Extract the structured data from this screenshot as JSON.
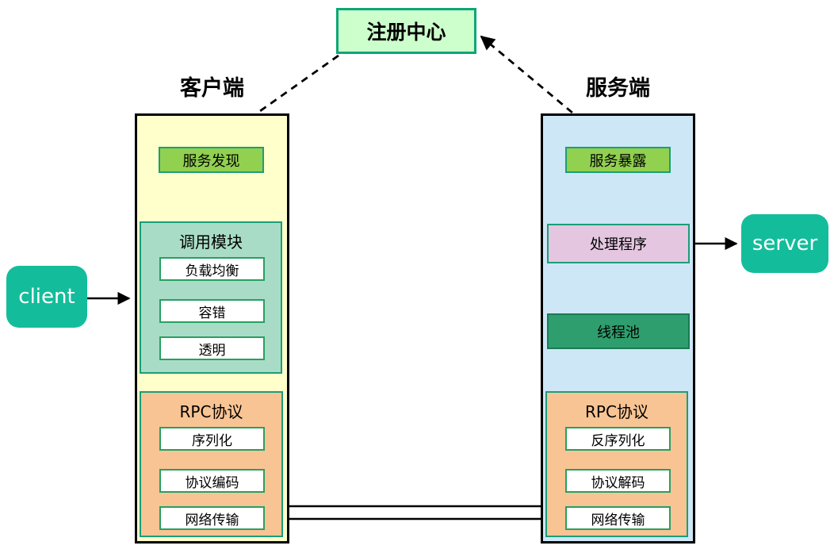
{
  "diagram": {
    "registry": {
      "label": "注册中心"
    },
    "client_node": {
      "label": "client"
    },
    "server_node": {
      "label": "server"
    },
    "client_column": {
      "header": "客户端",
      "service_discovery": "服务发现",
      "invoke_module": {
        "title": "调用模块",
        "items": [
          "负载均衡",
          "容错",
          "透明"
        ]
      },
      "rpc": {
        "title": "RPC协议",
        "items": [
          "序列化",
          "协议编码",
          "网络传输"
        ]
      }
    },
    "server_column": {
      "header": "服务端",
      "service_exposure": "服务暴露",
      "handler": "处理程序",
      "thread_pool": "线程池",
      "rpc": {
        "title": "RPC协议",
        "items": [
          "反序列化",
          "协议解码",
          "网络传输"
        ]
      }
    },
    "colors": {
      "registry_fill": "#ccffcc",
      "registry_border": "#0ea678",
      "client_column_fill": "#ffffcc",
      "server_column_fill": "#cde7f7",
      "column_border": "#000000",
      "service_badge_fill": "#92d050",
      "invoke_module_fill": "#a9dcc6",
      "rpc_fill": "#f8c494",
      "handler_fill": "#e4c6e1",
      "thread_pool_fill": "#2e9e6e",
      "thread_pool_border": "#1b7a52",
      "node_fill": "#13bd9b",
      "teal_border": "#1b9e77",
      "inner_border": "#27a060",
      "arrow_color": "#000000"
    }
  }
}
